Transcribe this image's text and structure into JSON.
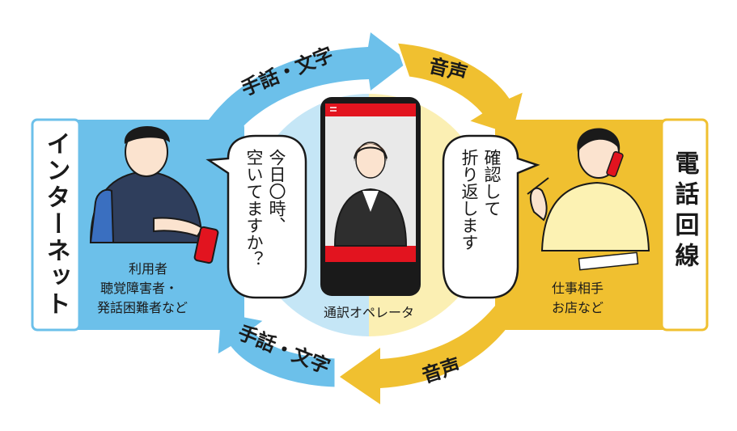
{
  "left_panel": {
    "side_label": "インターネット",
    "user_label_lines": [
      "利用者",
      "聴覚障害者・",
      "発話困難者など"
    ],
    "bubble_lines": [
      "今日〇時、",
      "空いてますか？"
    ]
  },
  "right_panel": {
    "side_label": "電話回線",
    "user_label_lines": [
      "仕事相手",
      "お店など"
    ],
    "bubble_lines": [
      "確認して",
      "折り返します"
    ]
  },
  "center": {
    "operator_label": "通訳オペレータ"
  },
  "arrows": {
    "top_left": "手話・文字",
    "top_right": "音声",
    "bottom_right": "音声",
    "bottom_left": "手話・文字"
  },
  "colors": {
    "blue": "#6cc0ea",
    "yellow": "#f0c030",
    "light_blue": "#c5e6f6",
    "light_yellow": "#fbefb3",
    "red": "#e2141f"
  }
}
